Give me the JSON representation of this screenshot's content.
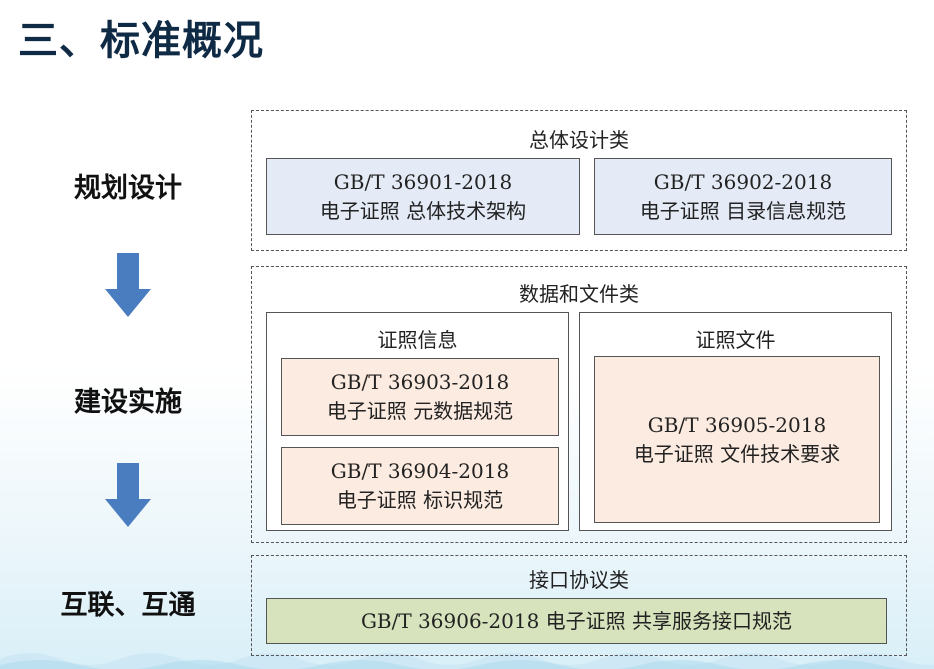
{
  "title": "三、标准概况",
  "stages": [
    "规划设计",
    "建设实施",
    "互联、互通"
  ],
  "groups": {
    "overall": {
      "label": "总体设计类",
      "items": [
        {
          "code": "GB/T 36901-2018",
          "name": "电子证照 总体技术架构"
        },
        {
          "code": "GB/T 36902-2018",
          "name": "电子证照 目录信息规范"
        }
      ]
    },
    "data_file": {
      "label": "数据和文件类",
      "info": {
        "label": "证照信息",
        "items": [
          {
            "code": "GB/T 36903-2018",
            "name": "电子证照 元数据规范"
          },
          {
            "code": "GB/T 36904-2018",
            "name": "电子证照 标识规范"
          }
        ]
      },
      "file": {
        "label": "证照文件",
        "items": [
          {
            "code": "GB/T 36905-2018",
            "name": "电子证照 文件技术要求"
          }
        ]
      }
    },
    "interface": {
      "label": "接口协议类",
      "items": [
        {
          "text": "GB/T 36906-2018 电子证照 共享服务接口规范"
        }
      ]
    }
  },
  "colors": {
    "title": "#0f2a44",
    "arrow": "#4a7dbf",
    "box_blue": "#e4ebf6",
    "box_peach": "#fcebe0",
    "box_green": "#d7e3bd"
  }
}
